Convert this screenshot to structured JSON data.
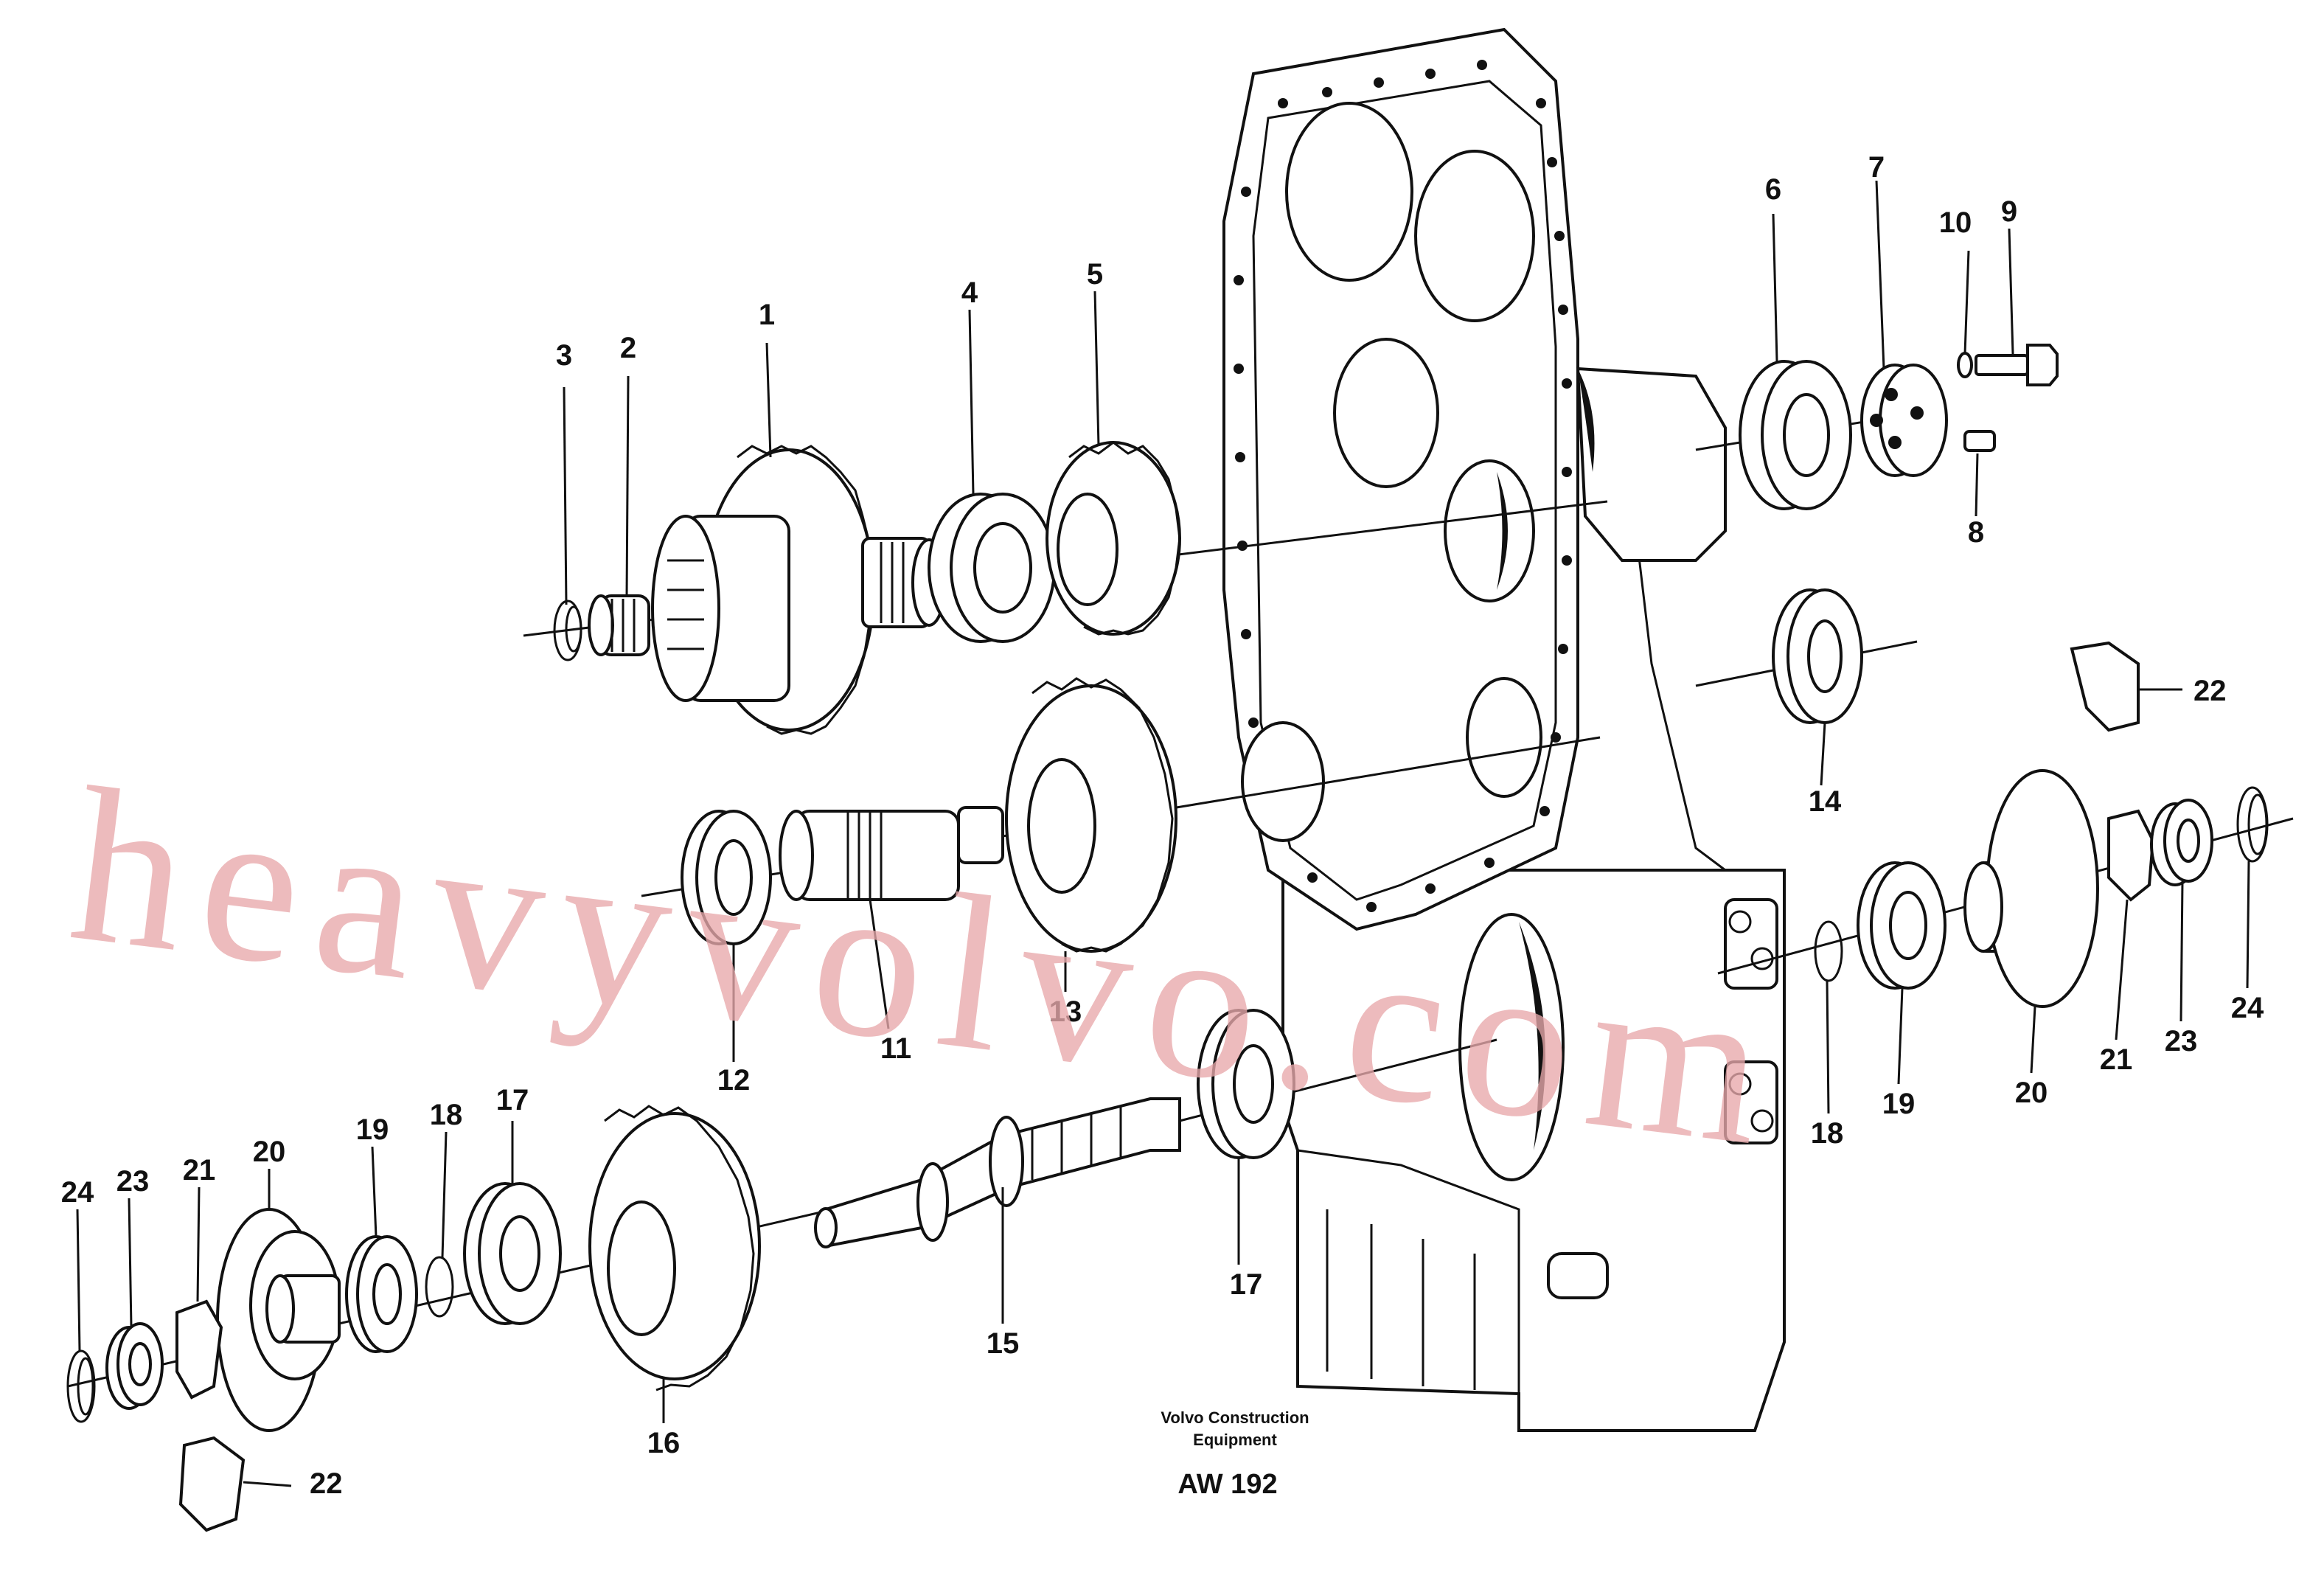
{
  "callouts": [
    "1",
    "2",
    "3",
    "4",
    "5",
    "6",
    "7",
    "8",
    "9",
    "10",
    "11",
    "12",
    "13",
    "14",
    "15",
    "16",
    "17",
    "18",
    "19",
    "20",
    "21",
    "22",
    "23",
    "24"
  ],
  "watermark": "heavyvolvo.com",
  "caption": {
    "line1": "Volvo Construction",
    "line2": "Equipment",
    "code": "AW 192"
  }
}
